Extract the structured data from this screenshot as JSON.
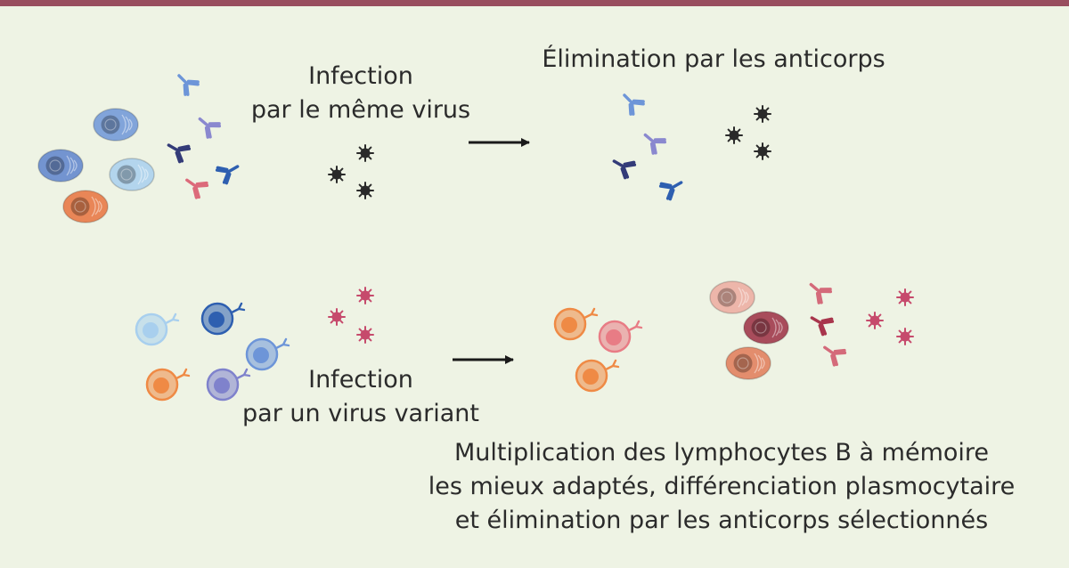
{
  "labels": {
    "infection_same": [
      "Infection",
      "par le même virus"
    ],
    "elimination": "Élimination par les anticorps",
    "infection_variant": [
      "Infection",
      "par un virus variant"
    ],
    "multiplication": [
      "Multiplication des lymphocytes B à mémoire",
      "les mieux adaptés, différenciation plasmocytaire",
      "et élimination par les anticorps sélectionnés"
    ]
  },
  "colors": {
    "background": "#eef3e4",
    "top_bar": "#984d5e",
    "text": "#2b2b2b",
    "arrow": "#1a1a1a",
    "virus_same": "#2a2a2a",
    "virus_variant": "#c64a6c",
    "blue_light": "#a8cfee",
    "blue_mid": "#6d95d8",
    "blue_dark": "#2e5fb0",
    "blue_deep": "#333b78",
    "violet": "#8a88cf",
    "orange": "#ef8a45",
    "pink": "#e87c85",
    "rose_light": "#ecaaa0",
    "wine": "#9b2e43",
    "terracotta": "#e07a58"
  }
}
